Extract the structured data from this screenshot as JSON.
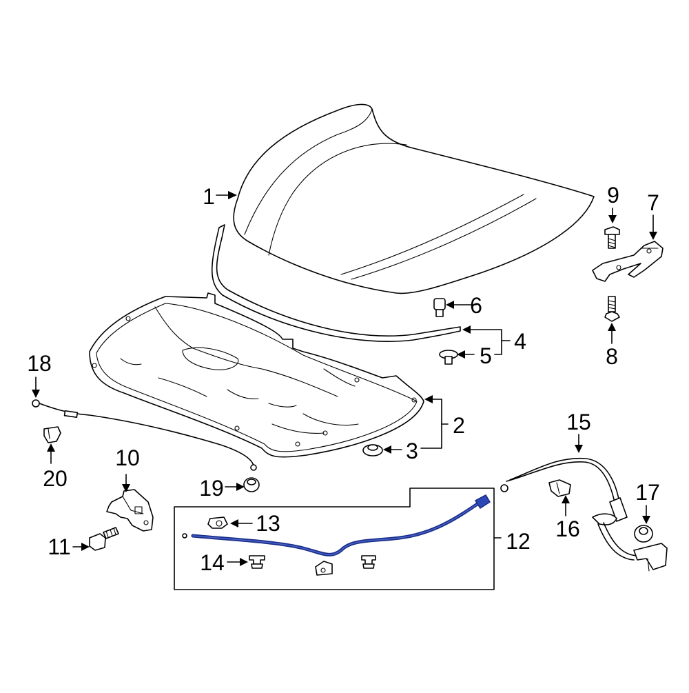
{
  "callouts": {
    "c1": "1",
    "c2": "2",
    "c3": "3",
    "c4": "4",
    "c5": "5",
    "c6": "6",
    "c7": "7",
    "c8": "8",
    "c9": "9",
    "c10": "10",
    "c11": "11",
    "c12": "12",
    "c13": "13",
    "c14": "14",
    "c15": "15",
    "c16": "16",
    "c17": "17",
    "c18": "18",
    "c19": "19",
    "c20": "20"
  },
  "colors": {
    "line": "#000000",
    "highlight_cable": "#1a2f8a",
    "background": "#ffffff"
  }
}
